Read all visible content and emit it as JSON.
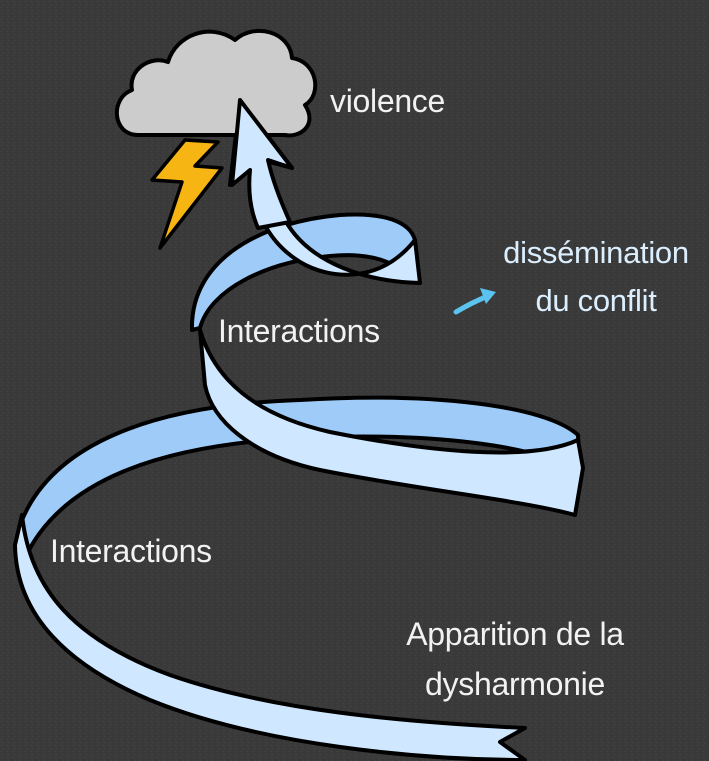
{
  "diagram": {
    "top_fragment": "",
    "labels": {
      "violence": "violence",
      "dissemination_line1": "dissémination",
      "dissemination_line2": "du conflit",
      "interactions_upper": "Interactions",
      "interactions_lower": "Interactions",
      "apparition_line1": "Apparition de la",
      "apparition_line2": "dysharmonie"
    },
    "icons": [
      "storm-cloud-icon",
      "lightning-bolt-icon",
      "spiral-ribbon-arrow",
      "small-blue-arrow-icon"
    ],
    "colors": {
      "background": "#3a3a3a",
      "ribbon_front": "#cfe8ff",
      "ribbon_back": "#9ecbf7",
      "outline": "#000000",
      "cloud": "#cccccc",
      "bolt": "#f7b514",
      "small_arrow": "#5bc3ef",
      "text": "#f2f2f2"
    }
  }
}
